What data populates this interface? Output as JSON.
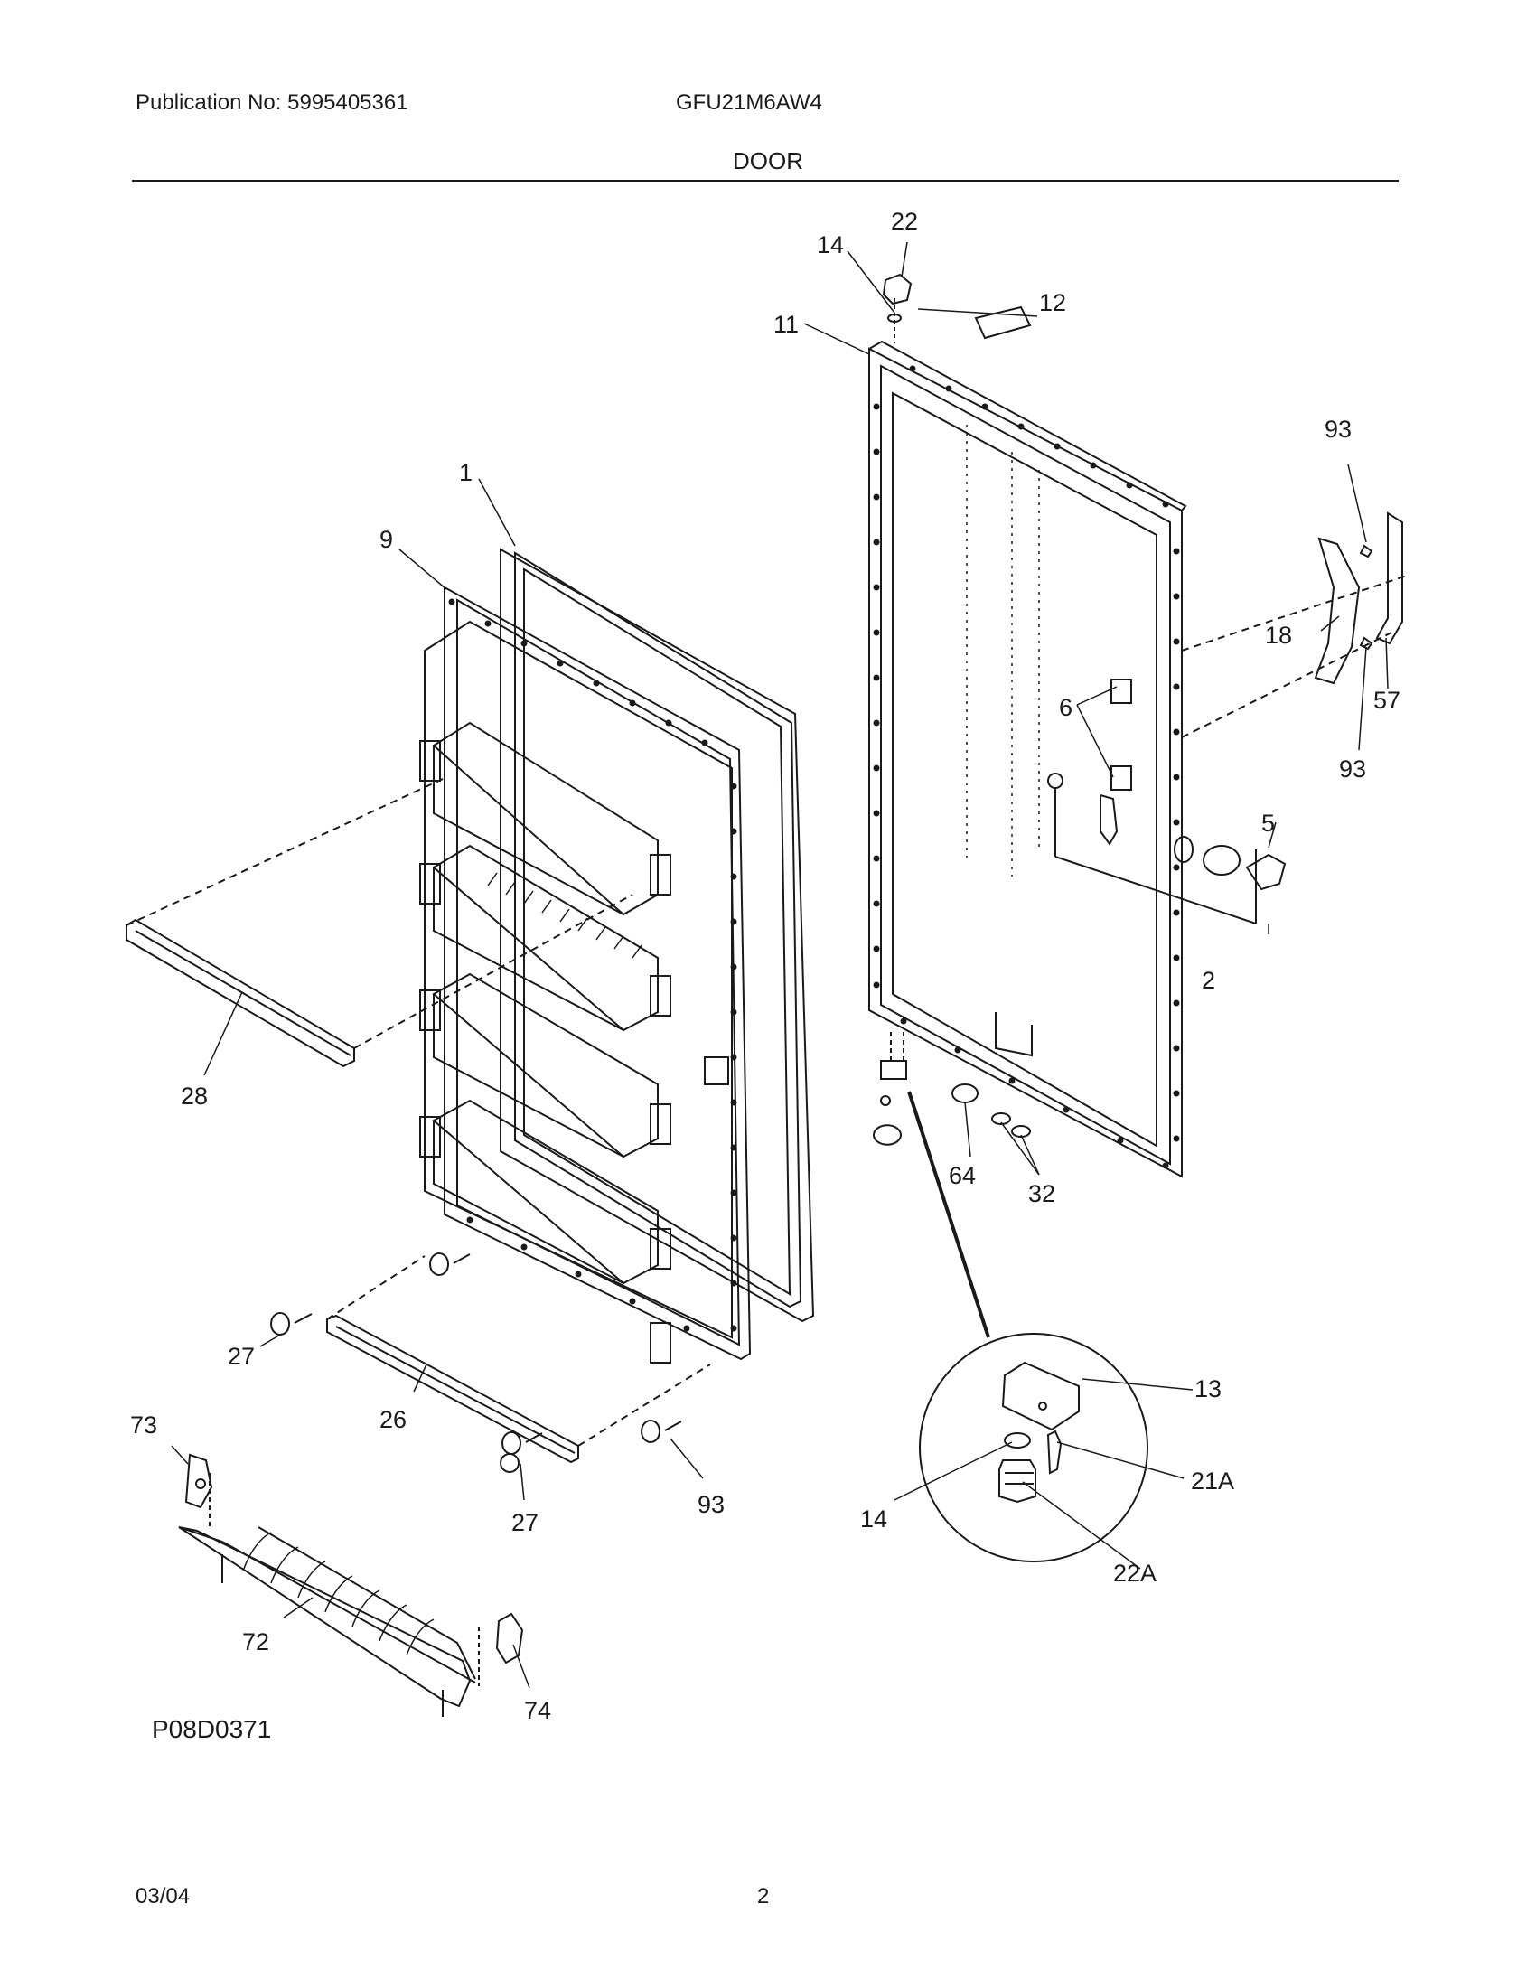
{
  "header": {
    "publication": "Publication No: 5995405361",
    "model": "GFU21M6AW4",
    "section_title": "DOOR"
  },
  "figure_code": "P08D0371",
  "footer": {
    "date": "03/04",
    "page": "2"
  },
  "callouts": {
    "c1": "1",
    "c2": "2",
    "c5": "5",
    "c6": "6",
    "c9": "9",
    "c11": "11",
    "c12": "12",
    "c13": "13",
    "c14_top": "14",
    "c14_detail": "14",
    "c18": "18",
    "c21A": "21A",
    "c22": "22",
    "c22A": "22A",
    "c26": "26",
    "c27_left": "27",
    "c27_bottom": "27",
    "c28": "28",
    "c32": "32",
    "c57": "57",
    "c64": "64",
    "c72": "72",
    "c73": "73",
    "c74": "74",
    "c93_top": "93",
    "c93_right": "93",
    "c93_bottom": "93"
  }
}
